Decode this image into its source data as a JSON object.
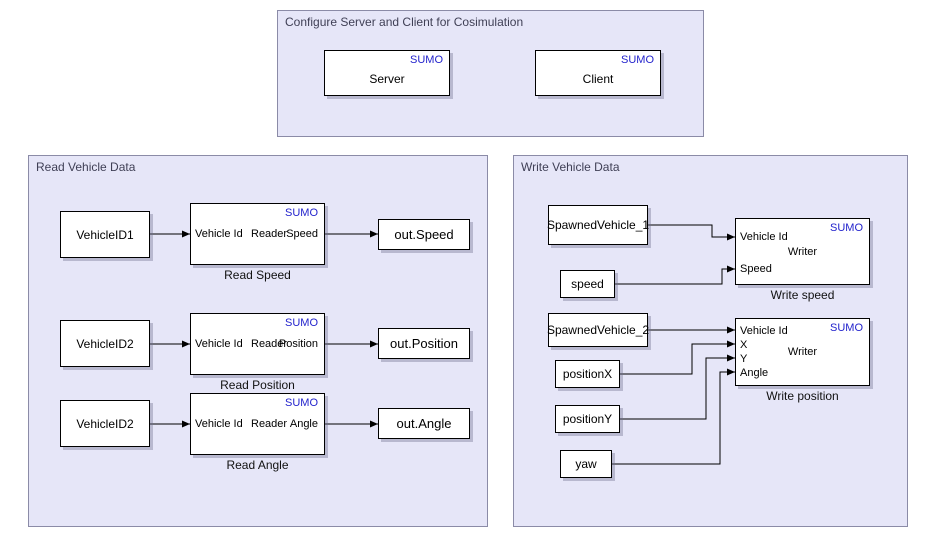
{
  "colors": {
    "area_background": "#e6e6f8",
    "area_border": "#8b8ba7",
    "sumo_text": "#2222cc",
    "block_border": "#000000",
    "wire": "#000000"
  },
  "configure_area": {
    "title": "Configure Server and Client for Cosimulation",
    "server": {
      "tag": "SUMO",
      "label": "Server"
    },
    "client": {
      "tag": "SUMO",
      "label": "Client"
    }
  },
  "read_area": {
    "title": "Read Vehicle Data",
    "rows": [
      {
        "source": "VehicleID1",
        "tag": "SUMO",
        "in_port": "Vehicle Id",
        "type": "Reader",
        "out_port": "Speed",
        "caption": "Read Speed",
        "sink": "out.Speed"
      },
      {
        "source": "VehicleID2",
        "tag": "SUMO",
        "in_port": "Vehicle Id",
        "type": "Reader",
        "out_port": "Position",
        "caption": "Read Position",
        "sink": "out.Position"
      },
      {
        "source": "VehicleID2",
        "tag": "SUMO",
        "in_port": "Vehicle Id",
        "type": "Reader",
        "out_port": "Angle",
        "caption": "Read Angle",
        "sink": "out.Angle"
      }
    ]
  },
  "write_area": {
    "title": "Write Vehicle Data",
    "speed_writer": {
      "vehicle_source": "SpawnedVehicle_1",
      "value_source": "speed",
      "tag": "SUMO",
      "type": "Writer",
      "ports": [
        "Vehicle Id",
        "Speed"
      ],
      "caption": "Write speed"
    },
    "position_writer": {
      "vehicle_source": "SpawnedVehicle_2",
      "value_sources": [
        "positionX",
        "positionY",
        "yaw"
      ],
      "tag": "SUMO",
      "type": "Writer",
      "ports": [
        "Vehicle Id",
        "X",
        "Y",
        "Angle"
      ],
      "caption": "Write position"
    }
  }
}
